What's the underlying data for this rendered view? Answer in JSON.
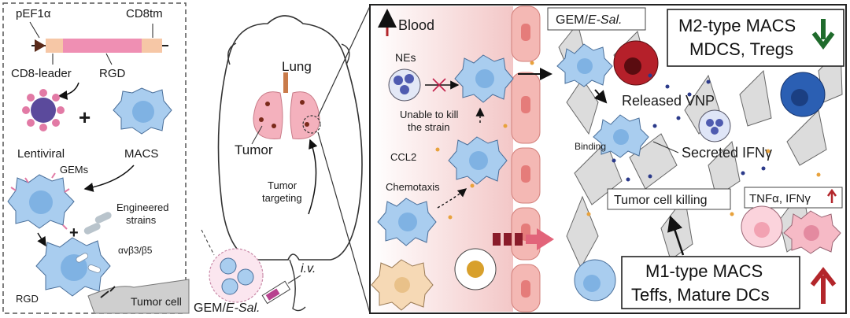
{
  "left_panel": {
    "pef1a": "pEF1α",
    "cd8tm": "CD8tm",
    "cd8_leader": "CD8-leader",
    "rgd_top": "RGD",
    "lentiviral": "Lentiviral",
    "macs": "MACS",
    "gems": "GEMs",
    "engineered_1": "Engineered",
    "engineered_2": "strains",
    "integrin": "αvβ3/β5",
    "rgd_bottom": "RGD",
    "tumor_cell": "Tumor cell",
    "plus_1": "+",
    "plus_2": "+"
  },
  "mouse": {
    "lung": "Lung",
    "tumor": "Tumor",
    "targeting_1": "Tumor",
    "targeting_2": "targeting",
    "iv": "i.v.",
    "gem_esal_prefix": "GEM/",
    "gem_esal_italic": "E-Sal."
  },
  "right_panel": {
    "blood": "Blood",
    "nes": "NEs",
    "unable_1": "Unable to kill",
    "unable_2": "the strain",
    "ccl2": "CCL2",
    "chemotaxis": "Chemotaxis",
    "gem_label_prefix": "GEM/",
    "gem_label_italic": "E-Sal.",
    "m2_line1": "M2-type MACS",
    "m2_line2": "MDCS, Tregs",
    "released_vnp": "Released VNP",
    "binding": "Binding",
    "secreted_ifn": "Secreted IFNγ",
    "tumor_killing": "Tumor cell killing",
    "tnf_ifn": "TNFα, IFNγ",
    "m1_line1": "M1-type MACS",
    "m1_line2": "Teffs, Mature DCs"
  },
  "colors": {
    "macs_fill": "#a9cdef",
    "macs_nucleus": "#7fb2e3",
    "vessel": "#f4b8b4",
    "m2_cell": "#b5202a",
    "treg_cell": "#2b5fb3",
    "arrow_down": "#1f6b2c",
    "arrow_up": "#b3262b",
    "pink_arrow": "#e2647a"
  }
}
